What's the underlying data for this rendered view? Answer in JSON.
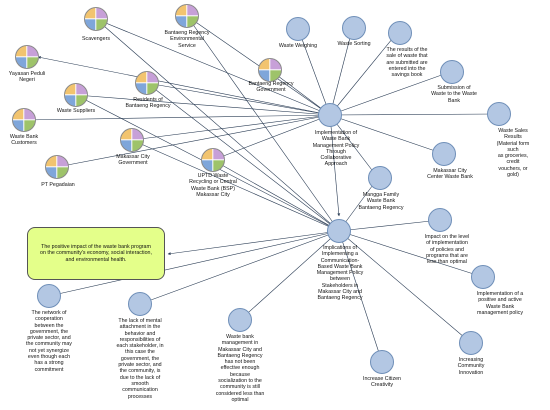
{
  "impact": "The positive impact of the waste bank program on the community's economy, social interaction, and environmental health.",
  "nodes": {
    "scavengers": "Scavengers",
    "bantaeng_env": "Bantaeng Regency\nEnvironmental\nService",
    "waste_weighing": "Waste Weighing",
    "waste_sorting": "Waste Sorting",
    "sale_results": "The results of the\nsale of waste that\nare submitted are\nentered into the\nsavings book",
    "yayasan": "Yayasan Peduli\nNegeri",
    "residents": "Residents of\nBantaeng Regency",
    "bantaeng_gov": "Bantaeng Regency\nGovernment",
    "submission": "Submission of\nWaste to the Waste\nBank",
    "waste_suppliers": "Waste Suppliers",
    "implementation": "Implementation of\nWaste Bank\nManagement Policy\nThrough\nCollaborative\nApproach",
    "sales_results": "Waste Sales Results\n(Material form such\nas groceries, credit\nvouchers, or gold)",
    "customers": "Waste Bank\nCustomers",
    "makassar_gov": "Makassar City\nGovernment",
    "center_bank": "Makassar City\nCenter Waste Bank",
    "pegadaian": "PT Pegadaian",
    "uptd": "UPTD Waste\nRecycling or Central\nWaste Bank (BSP)\nMakassar City",
    "mangga": "Mangga Family\nWaste Bank\nBantaeng Regency",
    "implications": "Implications of\nImplementing a\nCommunication-\nBased Waste Bank\nManagement Policy\nbetween\nStakeholders in\nMakassar City and\nBantaeng Regency",
    "impact_level": "Impact on the level\nof implementation\nof policies and\nprograms that are\nless than optimal",
    "positive_impl": "Implementation of a\npositive and active\nWaste Bank\nmanagement policy",
    "network": "The network of\ncooperation\nbetween the\ngovernment, the\nprivate sector, and\nthe community may\nnot yet synergize\neven though each\nhas a strong\ncommitment",
    "lack_attachment": "The lack of mental\nattachment in the\nbehavior and\nresponsibilities of\neach stakeholder, in\nthis case the\ngovernment, the\nprivate sector, and\nthe community, is\ndue to the lack of\nsmooth\ncommunication\nprocesses",
    "not_effective": "Waste bank\nmanagement in\nMakassar City and\nBantaeng Regency\nhas not been\neffective enough\nbecause\nsocialization to the\ncommunity is still\nconsidered less than\noptimal",
    "creativity": "Increase Citizen\nCreativity",
    "innovation": "Increasing\nCommunity\nInnovation"
  }
}
